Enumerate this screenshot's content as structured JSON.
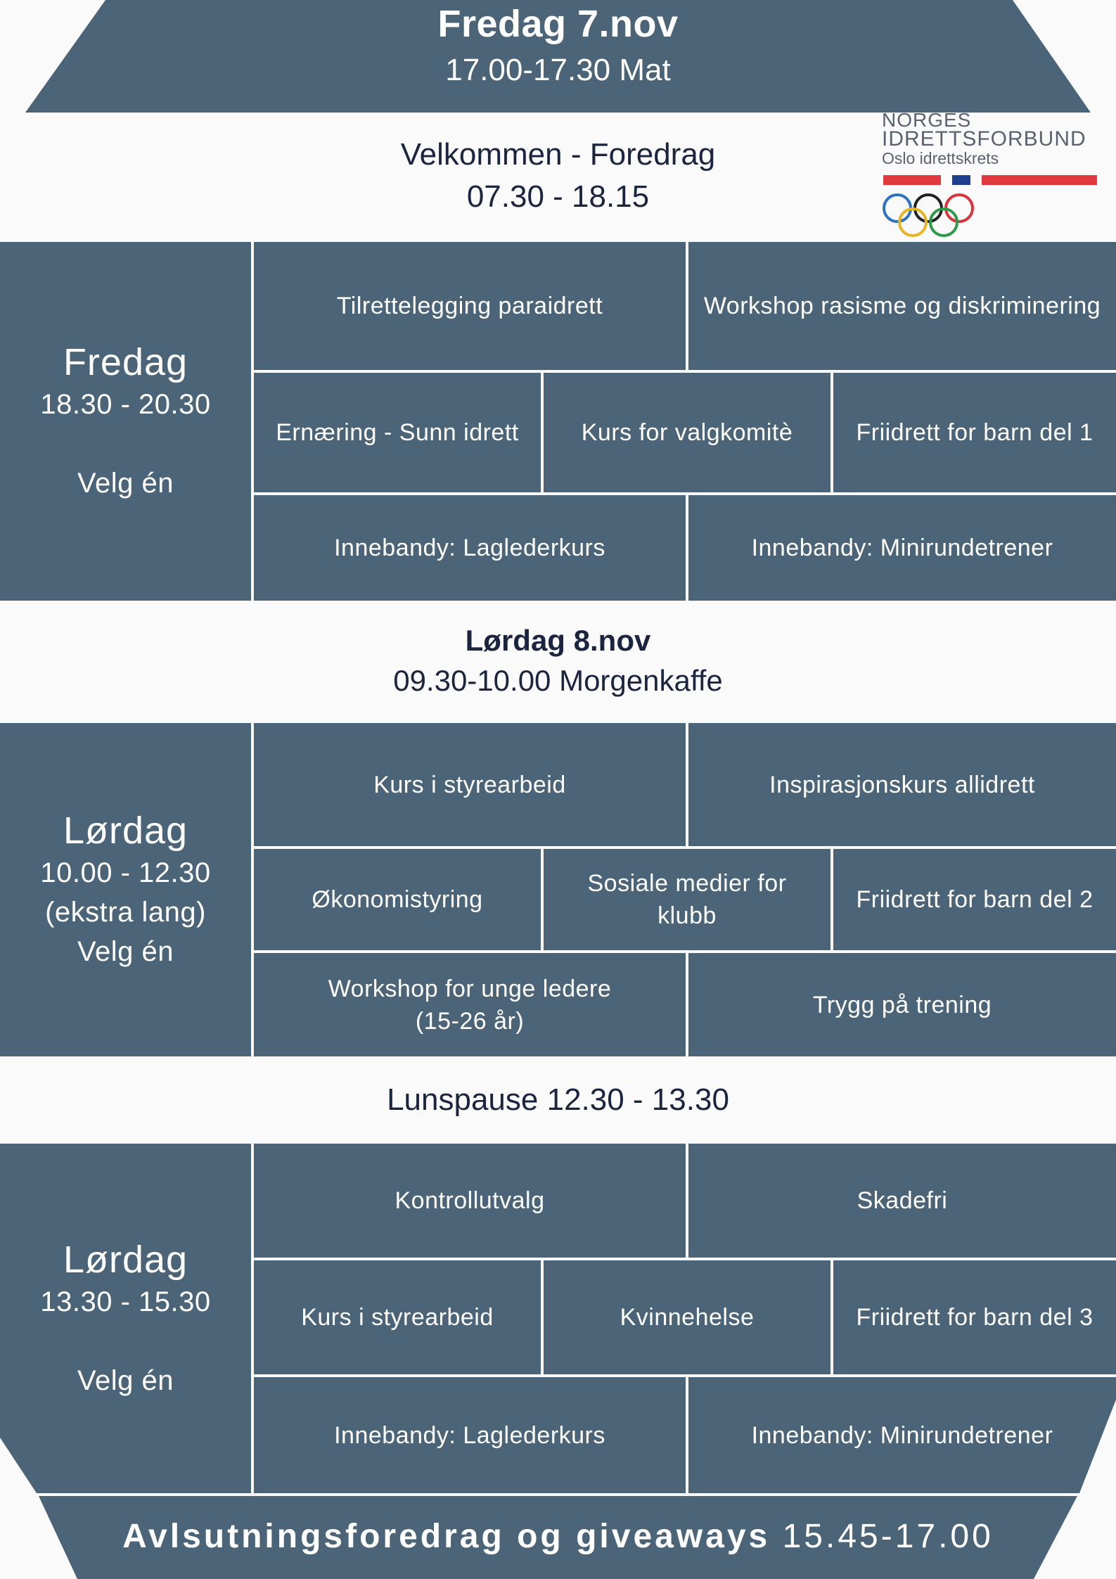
{
  "header": {
    "title": "Fredag 7.nov",
    "subtitle": "17.00-17.30 Mat"
  },
  "welcome": {
    "title": "Velkommen  - Foredrag",
    "time": "07.30 - 18.15"
  },
  "logo": {
    "line1": "NORGES",
    "line2": "IDRETTSFORBUND",
    "line3": "Oslo idrettskrets"
  },
  "blocks": [
    {
      "day": "Fredag",
      "time": "18.30 - 20.30",
      "extra": "",
      "choose": "Velg én",
      "rows": [
        [
          "Tilrettelegging paraidrett",
          "Workshop rasisme og diskriminering"
        ],
        [
          "Ernæring - Sunn idrett",
          "Kurs for valgkomitè",
          "Friidrett for barn del 1"
        ],
        [
          "Innebandy: Laglederkurs",
          "Innebandy: Minirundetrener"
        ]
      ]
    },
    {
      "day": "Lørdag",
      "time": "10.00 - 12.30",
      "extra": "(ekstra lang)",
      "choose": "Velg én",
      "rows": [
        [
          "Kurs i styrearbeid",
          "Inspirasjonskurs allidrett"
        ],
        [
          "Økonomistyring",
          "Sosiale medier for klubb",
          "Friidrett for barn del 2"
        ],
        [
          "Workshop for unge ledere (15-26 år)",
          "Trygg på trening"
        ]
      ]
    },
    {
      "day": "Lørdag",
      "time": "13.30 - 15.30",
      "extra": "",
      "choose": "Velg én",
      "rows": [
        [
          "Kontrollutvalg",
          "Skadefri"
        ],
        [
          "Kurs i styrearbeid",
          "Kvinnehelse",
          "Friidrett for barn del 3"
        ],
        [
          "Innebandy: Laglederkurs",
          "Innebandy: Minirundetrener"
        ]
      ]
    }
  ],
  "saturday": {
    "title": "Lørdag 8.nov",
    "subtitle": "09.30-10.00 Morgenkaffe"
  },
  "lunch": {
    "text": "Lunspause 12.30 - 13.30"
  },
  "footer": {
    "title": "Avlsutningsforedrag og giveaways",
    "time": "15.45-17.00"
  },
  "colors": {
    "panel": "#4b6477",
    "text_dark": "#1c2540",
    "norway_red": "#e03a3e",
    "norway_blue": "#1f3f8f"
  }
}
